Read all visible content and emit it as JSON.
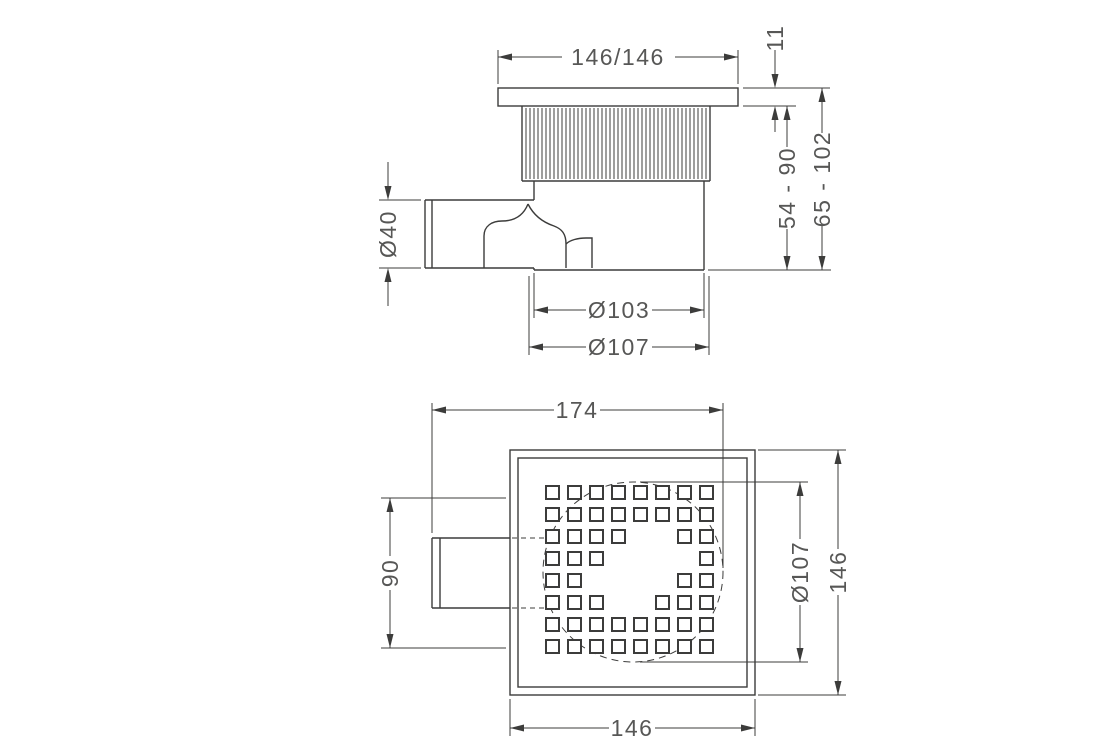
{
  "page": {
    "background": "#ffffff"
  },
  "diagram": {
    "type": "technical-drawing",
    "subject": "floor-drain",
    "colors": {
      "line": "#3c3c3b",
      "text": "#575756"
    },
    "side_view": {
      "name": "side-elevation",
      "dims": {
        "top_width": "146/146",
        "flange_height": "11",
        "height_range_inner": "54 - 90",
        "height_range_outer": "65 - 102",
        "outlet_diameter": "Ø40",
        "body_diameter": "Ø103",
        "flange_diameter": "Ø107"
      }
    },
    "top_view": {
      "name": "top-view",
      "dims": {
        "total_depth": "174",
        "outlet_offset": "90",
        "body_diameter": "Ø107",
        "side_length": "146",
        "bottom_width": "146"
      },
      "grate": {
        "rows": 8,
        "cols": 8,
        "pattern": [
          [
            1,
            1,
            1,
            1,
            1,
            1,
            1,
            1
          ],
          [
            1,
            1,
            1,
            1,
            1,
            1,
            1,
            1
          ],
          [
            1,
            1,
            1,
            1,
            0,
            0,
            1,
            1
          ],
          [
            1,
            1,
            1,
            0,
            0,
            0,
            0,
            1
          ],
          [
            1,
            1,
            0,
            0,
            0,
            0,
            1,
            1
          ],
          [
            1,
            1,
            1,
            0,
            0,
            1,
            1,
            1
          ],
          [
            1,
            1,
            1,
            1,
            1,
            1,
            1,
            1
          ],
          [
            1,
            1,
            1,
            1,
            1,
            1,
            1,
            1
          ]
        ]
      }
    }
  }
}
